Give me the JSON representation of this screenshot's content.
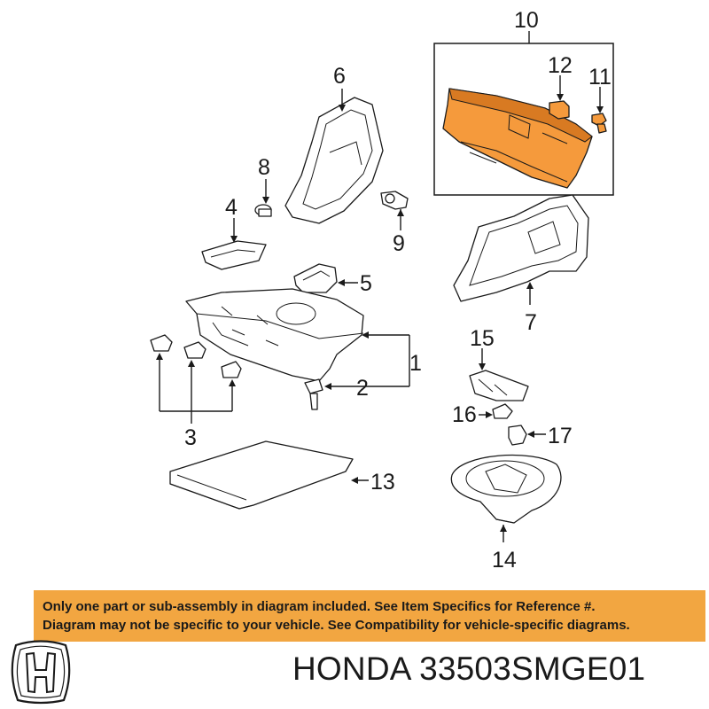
{
  "callouts": {
    "c1": "1",
    "c2": "2",
    "c3": "3",
    "c4": "4",
    "c5": "5",
    "c6": "6",
    "c7": "7",
    "c8": "8",
    "c9": "9",
    "c10": "10",
    "c11": "11",
    "c12": "12",
    "c13": "13",
    "c14": "14",
    "c15": "15",
    "c16": "16",
    "c17": "17"
  },
  "notice": {
    "line1": "Only one part or sub-assembly in diagram included. See Item Specifics for Reference #.",
    "line2": "Diagram may not be specific to your vehicle. See Compatibility for vehicle-specific diagrams."
  },
  "footer": {
    "brand": "HONDA",
    "part_number": "33503SMGE01",
    "logo_icon": "honda-h-logo-icon"
  },
  "colors": {
    "highlight": "#f59a3c",
    "notice_background": "#f2a641",
    "ink": "#1a1a1a"
  }
}
